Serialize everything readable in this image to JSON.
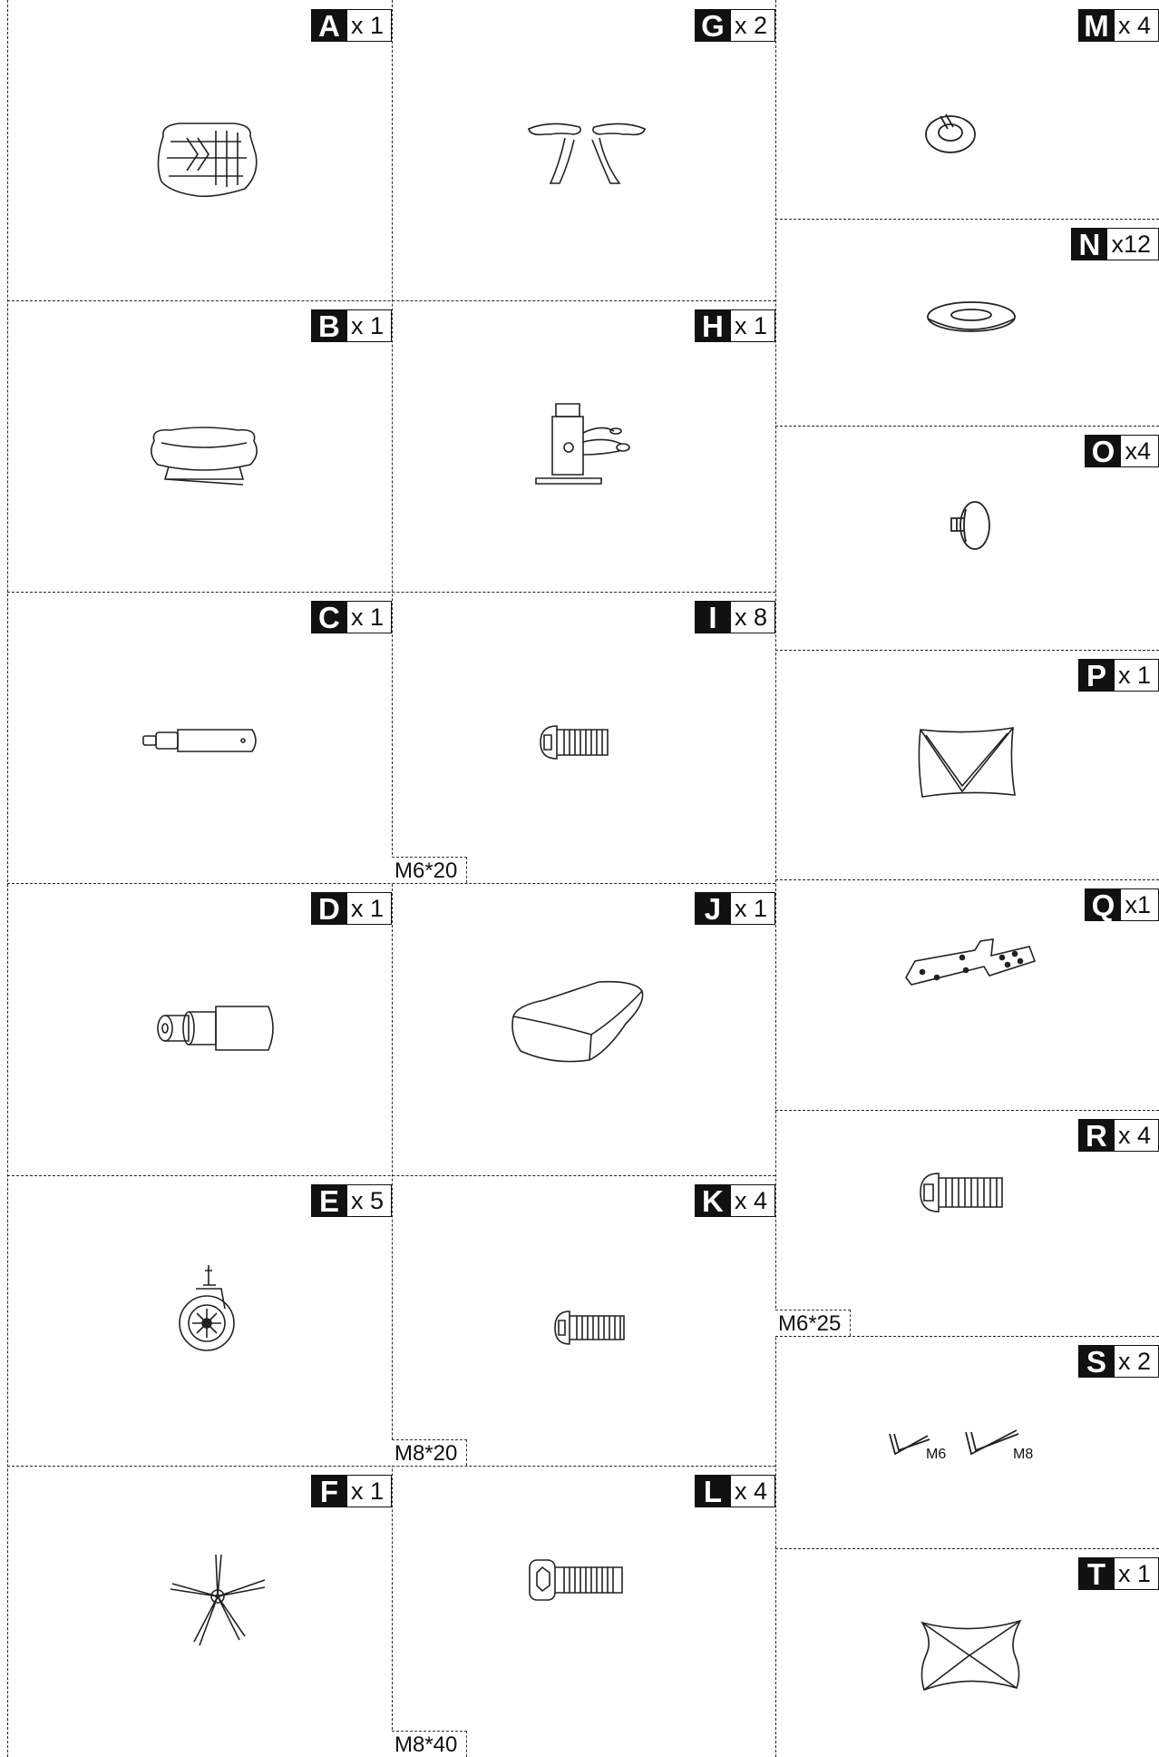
{
  "parts": [
    {
      "letter": "A",
      "qty": "x 1",
      "icon": "chair-backrest-icon"
    },
    {
      "letter": "B",
      "qty": "x 1",
      "icon": "seat-cushion-icon"
    },
    {
      "letter": "C",
      "qty": "x 1",
      "icon": "gas-cylinder-icon"
    },
    {
      "letter": "D",
      "qty": "x 1",
      "icon": "cylinder-cover-icon"
    },
    {
      "letter": "E",
      "qty": "x 5",
      "icon": "caster-wheel-icon"
    },
    {
      "letter": "F",
      "qty": "x 1",
      "icon": "five-star-base-icon"
    },
    {
      "letter": "G",
      "qty": "x 2",
      "icon": "armrests-icon"
    },
    {
      "letter": "H",
      "qty": "x 1",
      "icon": "tilt-mechanism-icon"
    },
    {
      "letter": "I",
      "qty": "x 8",
      "icon": "bolt-icon",
      "spec": "M6*20"
    },
    {
      "letter": "J",
      "qty": "x 1",
      "icon": "lumbar-pillow-icon"
    },
    {
      "letter": "K",
      "qty": "x 4",
      "icon": "bolt-icon",
      "spec": "M8*20"
    },
    {
      "letter": "L",
      "qty": "x 4",
      "icon": "socket-bolt-icon",
      "spec": "M8*40"
    },
    {
      "letter": "M",
      "qty": "x 4",
      "icon": "spring-washer-icon"
    },
    {
      "letter": "N",
      "qty": "x12",
      "icon": "flat-washer-icon"
    },
    {
      "letter": "O",
      "qty": "x4",
      "icon": "plug-cap-icon"
    },
    {
      "letter": "P",
      "qty": "x 1",
      "icon": "cover-cloth-icon"
    },
    {
      "letter": "Q",
      "qty": "x1",
      "icon": "mounting-bracket-icon"
    },
    {
      "letter": "R",
      "qty": "x 4",
      "icon": "bolt-icon",
      "spec": "M6*25"
    },
    {
      "letter": "S",
      "qty": "x 2",
      "icon": "allen-keys-icon",
      "key_labels": [
        "M6",
        "M8"
      ]
    },
    {
      "letter": "T",
      "qty": "x 1",
      "icon": "head-pillow-icon"
    }
  ]
}
